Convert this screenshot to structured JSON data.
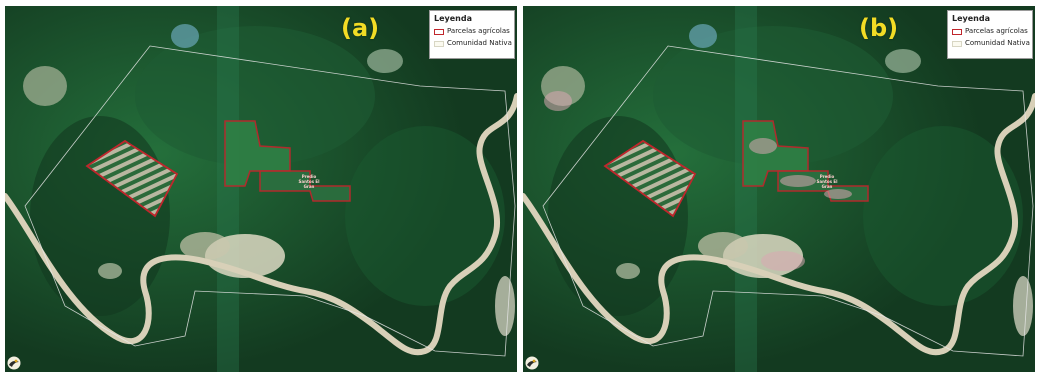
{
  "panels": [
    {
      "label": "(a)"
    },
    {
      "label": "(b)"
    }
  ],
  "legend": {
    "title": "Leyenda",
    "items": [
      "Parcelas agrícolas",
      "Comunidad Nativa"
    ]
  },
  "parcel_label": "Predio Santos El Gran",
  "colors": {
    "forest_dark": "#163f23",
    "forest": "#1f6a36",
    "river": "#d8d0b8",
    "parcel_outline": "#c0262c",
    "community_boundary": "#e8e8e8",
    "label_yellow": "#f2dc25"
  },
  "icons": [
    "logo-icon"
  ]
}
